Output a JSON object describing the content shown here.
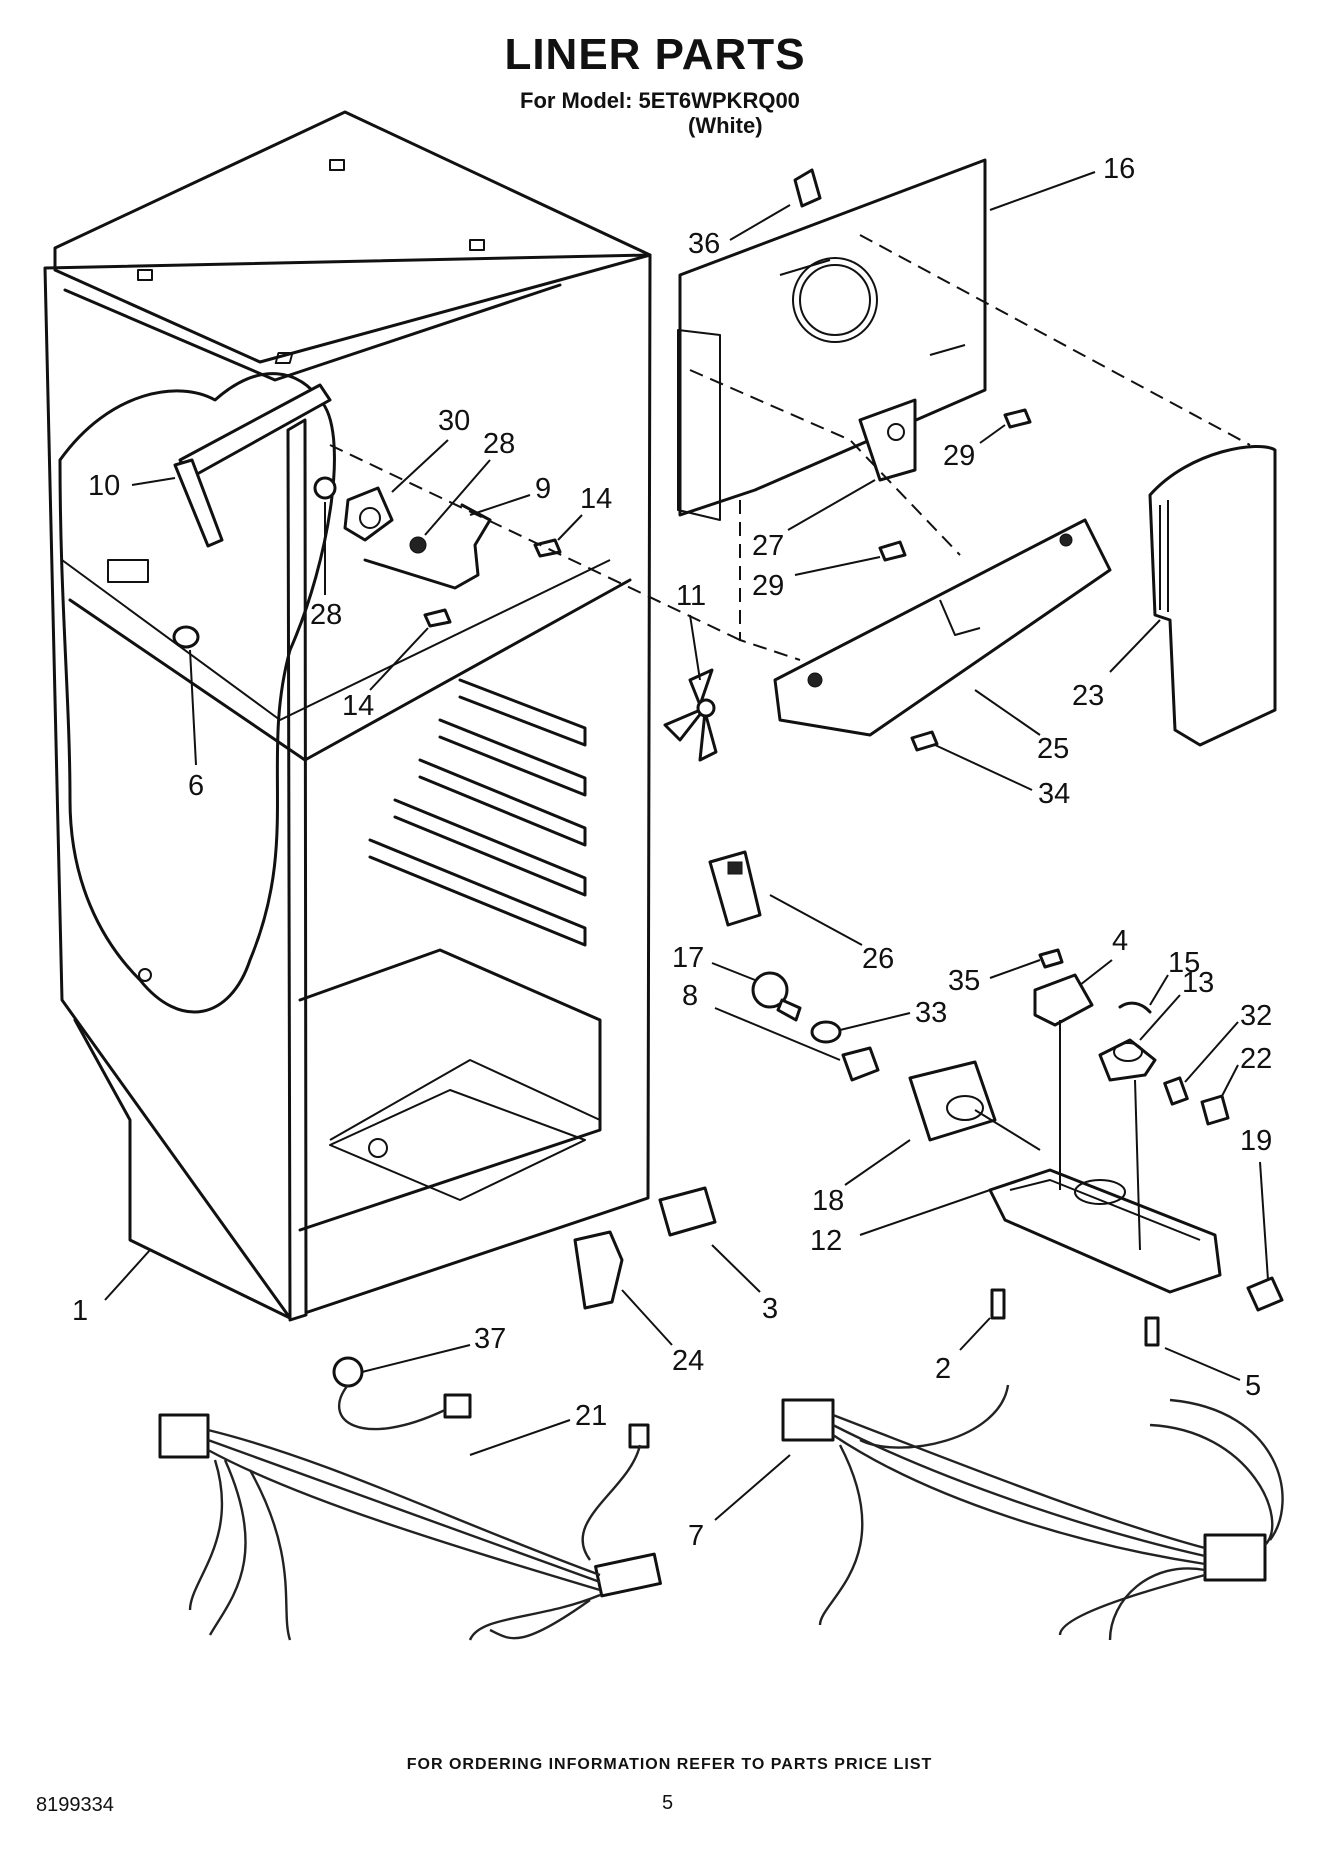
{
  "header": {
    "title": "LINER PARTS",
    "model_line": "For Model: 5ET6WPKRQ00",
    "color_line": "(White)"
  },
  "footer": {
    "ordering_note": "FOR ORDERING INFORMATION REFER TO PARTS PRICE LIST",
    "doc_number": "8199334",
    "page_number": "5"
  },
  "callouts": [
    "1",
    "2",
    "3",
    "4",
    "5",
    "6",
    "7",
    "8",
    "9",
    "10",
    "11",
    "12",
    "13",
    "14",
    "14",
    "15",
    "16",
    "17",
    "18",
    "19",
    "21",
    "22",
    "23",
    "24",
    "25",
    "26",
    "27",
    "28",
    "28",
    "29",
    "29",
    "30",
    "32",
    "33",
    "34",
    "35",
    "36",
    "37"
  ]
}
